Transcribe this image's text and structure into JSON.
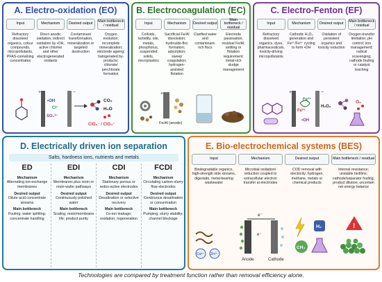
{
  "panels": {
    "eo": {
      "title": "A. Electro-oxidation (EO)",
      "color": "#2f4fa8",
      "headers": [
        "Input",
        "Mechanism",
        "Desired output",
        "Main bottleneck / residual"
      ],
      "cells": [
        "Refractory dissolved organics, colour compounds, micropollutants, PFAS-containing concentrates",
        "Direct anodic oxidation; indirect oxidation by •OH, active chlorine and other electrogenerated oxidants",
        "Contaminant transformation, mineralization or targeted destruction",
        "Oxygen evolution; incomplete mineralization; electrode ageing; halogenated by-products; chlorate/ perchlorate formation"
      ],
      "labels": [
        "•OH",
        "Cl⁻",
        "SO₄²⁻",
        "CO₂",
        "H₂O",
        "ClO₃⁻ / ClO₄⁻"
      ]
    },
    "ec": {
      "title": "B. Electrocoagulation (EC)",
      "color": "#3c8a3c",
      "headers": [
        "Input",
        "Mechanism",
        "Desired output",
        "Main bottleneck / residual"
      ],
      "cells": [
        "Colloids, turbidity, oils, metals, phosphorus, suspended solids, microplastics",
        "Sacrificial Fe/Al dissolution; hydroxide-floc formation; adsorption; sweep coagulation; hydrogen-assisted flotation",
        "Clarified water and contaminant-rich flocs",
        "Electrode passivation; residual Fe/Al; settling or flotation requirement; metal-rich sludge management"
      ],
      "labels": [
        "Fe/Al (anode)"
      ]
    },
    "ef": {
      "title": "C. Electro-Fenton (EF)",
      "color": "#7b3f98",
      "headers": [
        "Input",
        "Mechanism",
        "Desired output",
        "Main bottleneck / residual"
      ],
      "cells": [
        "Refractory dissolved organics, dyes, pharmaceuticals, toxicity-driving micropollutants",
        "Cathodic H₂O₂ generation and Fe²⁺/Fe³⁺ cycling to form •OH",
        "Oxidation of persistent organics and toxicity reduction",
        "Oxygen-transfer limitation; pH control; iron management; radical scavenging; cathode fouling or catalyst leaching"
      ],
      "labels": [
        "Fe²⁺",
        "Fe³⁺",
        "H₂O₂",
        "•OH",
        "O₂"
      ]
    },
    "d": {
      "title": "D. Electrically driven ion separation",
      "color": "#1f7a9a",
      "subtitle": "Salts, hardness ions, nutrients and metals",
      "columns": [
        {
          "name": "ED",
          "mechanism_label": "Mechanism",
          "mechanism": "Alternating ion-exchange membranes",
          "output_label": "Desired output",
          "output": "Dilute acid concentrate streams",
          "bottleneck_label": "Main bottleneck",
          "bottleneck": "Fouling; water splitting; concentrate handling"
        },
        {
          "name": "EDI",
          "mechanism_label": "Mechanism",
          "mechanism": "Membranes plus resin or resin-wafer pathways",
          "output_label": "Desired output",
          "output": "Continuously polished water",
          "bottleneck_label": "Main bottleneck",
          "bottleneck": "Scaling; resin/membrane life; product purity"
        },
        {
          "name": "CDI",
          "mechanism_label": "Mechanism",
          "mechanism": "Stationary porous or redox-active electrodes",
          "output_label": "Desired output",
          "output": "Desalination or selective recovery",
          "bottleneck_label": "Main bottleneck",
          "bottleneck": "Co-ion leakage; oxidation; regeneration"
        },
        {
          "name": "FCDI",
          "mechanism_label": "Mechanism",
          "mechanism": "Circulating carbon-slurry flow electrodes",
          "output_label": "Desired output",
          "output": "Continuous desalination or concentration",
          "bottleneck_label": "Main bottleneck",
          "bottleneck": "Pumping; slurry stability; channel blockage"
        }
      ]
    },
    "bes": {
      "title": "E. Bio-electrochemical systems (BES)",
      "color": "#e07a2e",
      "headers": [
        "Input",
        "Mechanism",
        "Desired output",
        "Main bottleneck / residual"
      ],
      "cells": [
        "Biodegradable organics, high-strength side streams, digestate, metal-bearing wastewater",
        "Microbial oxidation/ reduction coupled to extracellular electron transfer at electrodes",
        "COD removal with electricity; hydrogen, methane, metals or chemical products",
        "Internal resistance; unstable biofilms; cathode/separator fouling; product dilution; uncertain net energy balance"
      ],
      "labels": [
        "e⁻",
        "e⁻",
        "Anode",
        "Cathode",
        "Cu²⁺",
        "Zn²⁺",
        "H₂",
        "CH₄"
      ]
    }
  },
  "footnote": "Technologies are compared by treatment function rather than removal efficiency alone."
}
